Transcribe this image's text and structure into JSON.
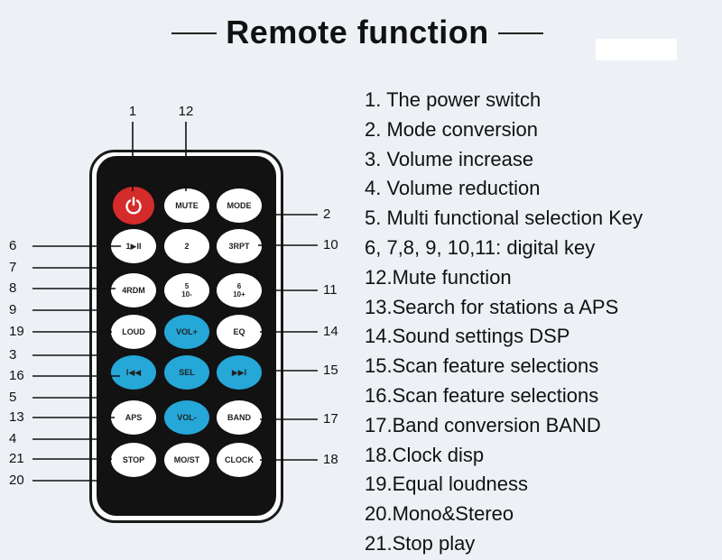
{
  "title": "Remote function",
  "colors": {
    "power": "#d42b2b",
    "accent_blue": "#25a7d8",
    "body": "#121212"
  },
  "buttons": [
    {
      "label": "",
      "icon": "power-icon",
      "color": "red",
      "row": 0,
      "col": 0
    },
    {
      "label": "MUTE",
      "row": 0,
      "col": 1
    },
    {
      "label": "MODE",
      "row": 0,
      "col": 2
    },
    {
      "label": "1▶II",
      "row": 1,
      "col": 0
    },
    {
      "label": "2",
      "row": 1,
      "col": 1
    },
    {
      "label": "3RPT",
      "row": 1,
      "col": 2
    },
    {
      "label": "4RDM",
      "row": 2,
      "col": 0
    },
    {
      "label": "5\n10-",
      "row": 2,
      "col": 1
    },
    {
      "label": "6\n10+",
      "row": 2,
      "col": 2
    },
    {
      "label": "LOUD",
      "row": 3,
      "col": 0
    },
    {
      "label": "VOL+",
      "color": "blue",
      "row": 3,
      "col": 1
    },
    {
      "label": "EQ",
      "row": 3,
      "col": 2
    },
    {
      "label": "I◀◀",
      "color": "blue",
      "row": 4,
      "col": 0
    },
    {
      "label": "SEL",
      "color": "blue",
      "row": 4,
      "col": 1
    },
    {
      "label": "▶▶I",
      "color": "blue",
      "row": 4,
      "col": 2
    },
    {
      "label": "APS",
      "row": 5,
      "col": 0
    },
    {
      "label": "VOL-",
      "color": "blue",
      "row": 5,
      "col": 1
    },
    {
      "label": "BAND",
      "row": 5,
      "col": 2
    },
    {
      "label": "STOP",
      "row": 6,
      "col": 0
    },
    {
      "label": "MO/ST",
      "row": 6,
      "col": 1
    },
    {
      "label": "CLOCK",
      "row": 6,
      "col": 2
    }
  ],
  "callouts": {
    "top": [
      "1",
      "12"
    ],
    "left": [
      "6",
      "7",
      "8",
      "9",
      "19",
      "3",
      "16",
      "5",
      "13",
      "4",
      "21",
      "20"
    ],
    "right": [
      "2",
      "10",
      "11",
      "14",
      "15",
      "17",
      "18"
    ]
  },
  "legend": [
    "1. The power switch",
    "2. Mode conversion",
    "3. Volume increase",
    "4. Volume reduction",
    "5. Multi functional selection Key",
    "6, 7,8, 9, 10,11: digital key",
    "12.Mute function",
    "13.Search for stations a APS",
    "14.Sound settings DSP",
    "15.Scan feature selections",
    "16.Scan feature selections",
    "17.Band conversion BAND",
    "18.Clock disp",
    "19.Equal loudness",
    "20.Mono&Stereo",
    "21.Stop play"
  ]
}
